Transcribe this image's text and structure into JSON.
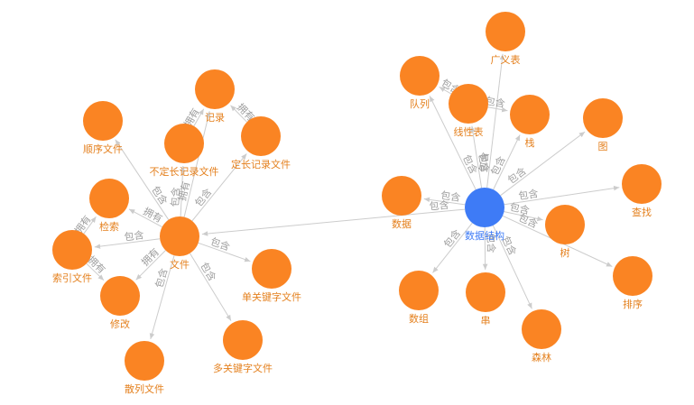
{
  "colors": {
    "node": "#FA8423",
    "node_label": "#E4801E",
    "hub": "#3E7BF6",
    "hub_label": "#3E7BF6",
    "edge": "#cccccc",
    "edge_label": "#9e9e9e"
  },
  "nodes": [
    {
      "id": "ds",
      "label": "数据结构",
      "hub": true
    },
    {
      "id": "gyb",
      "label": "广义表"
    },
    {
      "id": "dl",
      "label": "队列"
    },
    {
      "id": "xxb",
      "label": "线性表"
    },
    {
      "id": "zhan",
      "label": "栈"
    },
    {
      "id": "tu",
      "label": "图"
    },
    {
      "id": "sj",
      "label": "数据"
    },
    {
      "id": "cz",
      "label": "查找"
    },
    {
      "id": "shu",
      "label": "树"
    },
    {
      "id": "px",
      "label": "排序"
    },
    {
      "id": "sz",
      "label": "数组"
    },
    {
      "id": "chuan",
      "label": "串"
    },
    {
      "id": "sl",
      "label": "森林"
    },
    {
      "id": "wj",
      "label": "文件"
    },
    {
      "id": "jl",
      "label": "记录"
    },
    {
      "id": "sxwj",
      "label": "顺序文件"
    },
    {
      "id": "bdc",
      "label": "不定长记录文件"
    },
    {
      "id": "dcj",
      "label": "定长记录文件"
    },
    {
      "id": "js",
      "label": "检索"
    },
    {
      "id": "syw",
      "label": "索引文件"
    },
    {
      "id": "xg",
      "label": "修改"
    },
    {
      "id": "dgj",
      "label": "单关键字文件"
    },
    {
      "id": "dgjd",
      "label": "多关键字文件"
    },
    {
      "id": "slw",
      "label": "散列文件"
    }
  ],
  "edges": [
    {
      "from": "ds",
      "to": "gyb",
      "label": "包含"
    },
    {
      "from": "ds",
      "to": "dl",
      "label": "包含"
    },
    {
      "from": "ds",
      "to": "xxb",
      "label": "包含"
    },
    {
      "from": "ds",
      "to": "zhan",
      "label": "包含"
    },
    {
      "from": "ds",
      "to": "tu",
      "label": "包含"
    },
    {
      "from": "ds",
      "to": "sj",
      "label": "包含"
    },
    {
      "from": "ds",
      "to": "cz",
      "label": "包含"
    },
    {
      "from": "ds",
      "to": "shu",
      "label": "包含"
    },
    {
      "from": "ds",
      "to": "px",
      "label": "包含"
    },
    {
      "from": "ds",
      "to": "sz",
      "label": "包含"
    },
    {
      "from": "ds",
      "to": "chuan",
      "label": "包含"
    },
    {
      "from": "ds",
      "to": "sl",
      "label": "包含"
    },
    {
      "from": "xxb",
      "to": "dl",
      "label": "包含"
    },
    {
      "from": "xxb",
      "to": "zhan",
      "label": "包含"
    },
    {
      "from": "ds",
      "to": "wj",
      "label": "包含"
    },
    {
      "from": "wj",
      "to": "sxwj",
      "label": "包含"
    },
    {
      "from": "wj",
      "to": "bdc",
      "label": "包含"
    },
    {
      "from": "wj",
      "to": "dcj",
      "label": "包含"
    },
    {
      "from": "wj",
      "to": "jl",
      "label": "拥有"
    },
    {
      "from": "bdc",
      "to": "jl",
      "label": "拥有"
    },
    {
      "from": "dcj",
      "to": "jl",
      "label": "拥有"
    },
    {
      "from": "wj",
      "to": "js",
      "label": "拥有"
    },
    {
      "from": "wj",
      "to": "syw",
      "label": "包含"
    },
    {
      "from": "wj",
      "to": "xg",
      "label": "拥有"
    },
    {
      "from": "syw",
      "to": "js",
      "label": "拥有"
    },
    {
      "from": "syw",
      "to": "xg",
      "label": "拥有"
    },
    {
      "from": "wj",
      "to": "dgj",
      "label": "包含"
    },
    {
      "from": "wj",
      "to": "dgjd",
      "label": "包含"
    },
    {
      "from": "wj",
      "to": "slw",
      "label": "包含"
    }
  ]
}
